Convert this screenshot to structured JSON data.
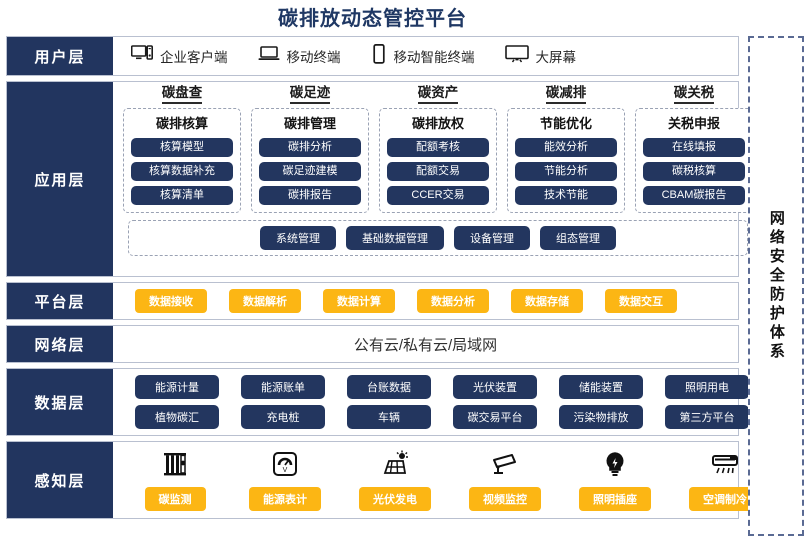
{
  "title": "碳排放动态管控平台",
  "security_band": {
    "label": "网络安全防护体系"
  },
  "layers": {
    "user": {
      "label": "用户层",
      "items": [
        {
          "icon": "desktop-pc-icon",
          "label": "企业客户端"
        },
        {
          "icon": "laptop-icon",
          "label": "移动终端"
        },
        {
          "icon": "smartphone-icon",
          "label": "移动智能终端"
        },
        {
          "icon": "large-screen-icon",
          "label": "大屏幕"
        }
      ]
    },
    "application": {
      "label": "应用层",
      "groups": [
        {
          "title": "碳盘查",
          "subtitle": "碳排核算",
          "items": [
            "核算模型",
            "核算数据补充",
            "核算清单"
          ]
        },
        {
          "title": "碳足迹",
          "subtitle": "碳排管理",
          "items": [
            "碳排分析",
            "碳足迹建模",
            "碳排报告"
          ]
        },
        {
          "title": "碳资产",
          "subtitle": "碳排放权",
          "items": [
            "配额考核",
            "配额交易",
            "CCER交易"
          ]
        },
        {
          "title": "碳减排",
          "subtitle": "节能优化",
          "items": [
            "能效分析",
            "节能分析",
            "技术节能"
          ]
        },
        {
          "title": "碳关税",
          "subtitle": "关税申报",
          "items": [
            "在线填报",
            "碳税核算",
            "CBAM碳报告"
          ]
        }
      ],
      "footer_items": [
        "系统管理",
        "基础数据管理",
        "设备管理",
        "组态管理"
      ]
    },
    "platform": {
      "label": "平台层",
      "items": [
        "数据接收",
        "数据解析",
        "数据计算",
        "数据分析",
        "数据存储",
        "数据交互"
      ]
    },
    "network": {
      "label": "网络层",
      "text": "公有云/私有云/局域网"
    },
    "data": {
      "label": "数据层",
      "row1": [
        "能源计量",
        "能源账单",
        "台账数据",
        "光伏装置",
        "储能装置",
        "照明用电"
      ],
      "row2": [
        "植物碳汇",
        "充电桩",
        "车辆",
        "碳交易平台",
        "污染物排放",
        "第三方平台"
      ]
    },
    "sense": {
      "label": "感知层",
      "items": [
        {
          "icon": "carbon-monitor-icon",
          "label": "碳监测"
        },
        {
          "icon": "energy-meter-icon",
          "label": "能源表计"
        },
        {
          "icon": "solar-panel-icon",
          "label": "光伏发电"
        },
        {
          "icon": "security-camera-icon",
          "label": "视频监控"
        },
        {
          "icon": "lightbulb-socket-icon",
          "label": "照明插座"
        },
        {
          "icon": "air-conditioner-icon",
          "label": "空调制冷"
        }
      ]
    }
  },
  "colors": {
    "navy": "#22355f",
    "yellow": "#fcb614",
    "title": "#1f3864"
  }
}
